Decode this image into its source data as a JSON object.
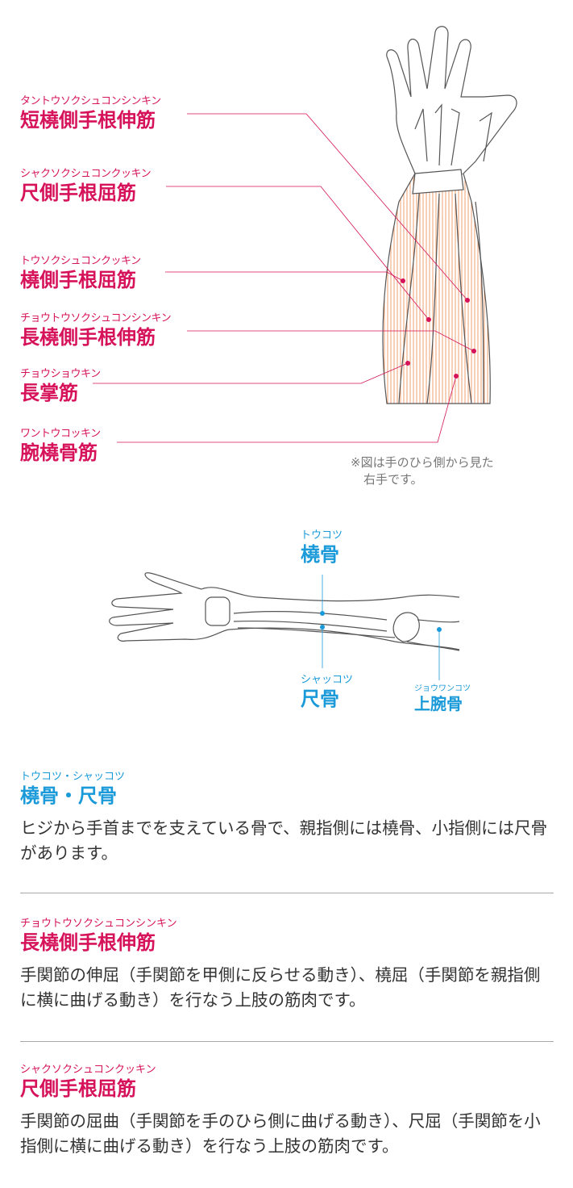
{
  "muscles": [
    {
      "ruby": "タントウソクシュコンシンキン",
      "name": "短橈側手根伸筋"
    },
    {
      "ruby": "シャクソクシュコンクッキン",
      "name": "尺側手根屈筋"
    },
    {
      "ruby": "トウソクシュコンクッキン",
      "name": "橈側手根屈筋"
    },
    {
      "ruby": "チョウトウソクシュコンシンキン",
      "name": "長橈側手根伸筋"
    },
    {
      "ruby": "チョウショウキン",
      "name": "長掌筋"
    },
    {
      "ruby": "ワントウコッキン",
      "name": "腕橈骨筋"
    }
  ],
  "note": {
    "line1": "※図は手のひら側から見た",
    "line2": "右手です。"
  },
  "bones": [
    {
      "ruby": "トウコツ",
      "name": "橈骨"
    },
    {
      "ruby": "シャッコツ",
      "name": "尺骨"
    },
    {
      "ruby": "ジョウワンコツ",
      "name": "上腕骨"
    }
  ],
  "sections": [
    {
      "ruby": "トウコツ・シャッコツ",
      "title": "橈骨・尺骨",
      "body": "ヒジから手首までを支えている骨で、親指側には橈骨、小指側には尺骨があります。"
    },
    {
      "ruby": "チョウトウソクシュコンシンキン",
      "title": "長橈側手根伸筋",
      "body": "手関節の伸屈（手関節を甲側に反らせる動き）、橈屈（手関節を親指側に横に曲げる動き）を行なう上肢の筋肉です。"
    },
    {
      "ruby": "シャクソクシュコンクッキン",
      "title": "尺側手根屈筋",
      "body": "手関節の屈曲（手関節を手のひら側に曲げる動き）、尺屈（手関節を小指側に横に曲げる動き）を行なう上肢の筋肉です。"
    }
  ],
  "colors": {
    "muscle": "#d6135a",
    "bone": "#1a9ad9"
  }
}
